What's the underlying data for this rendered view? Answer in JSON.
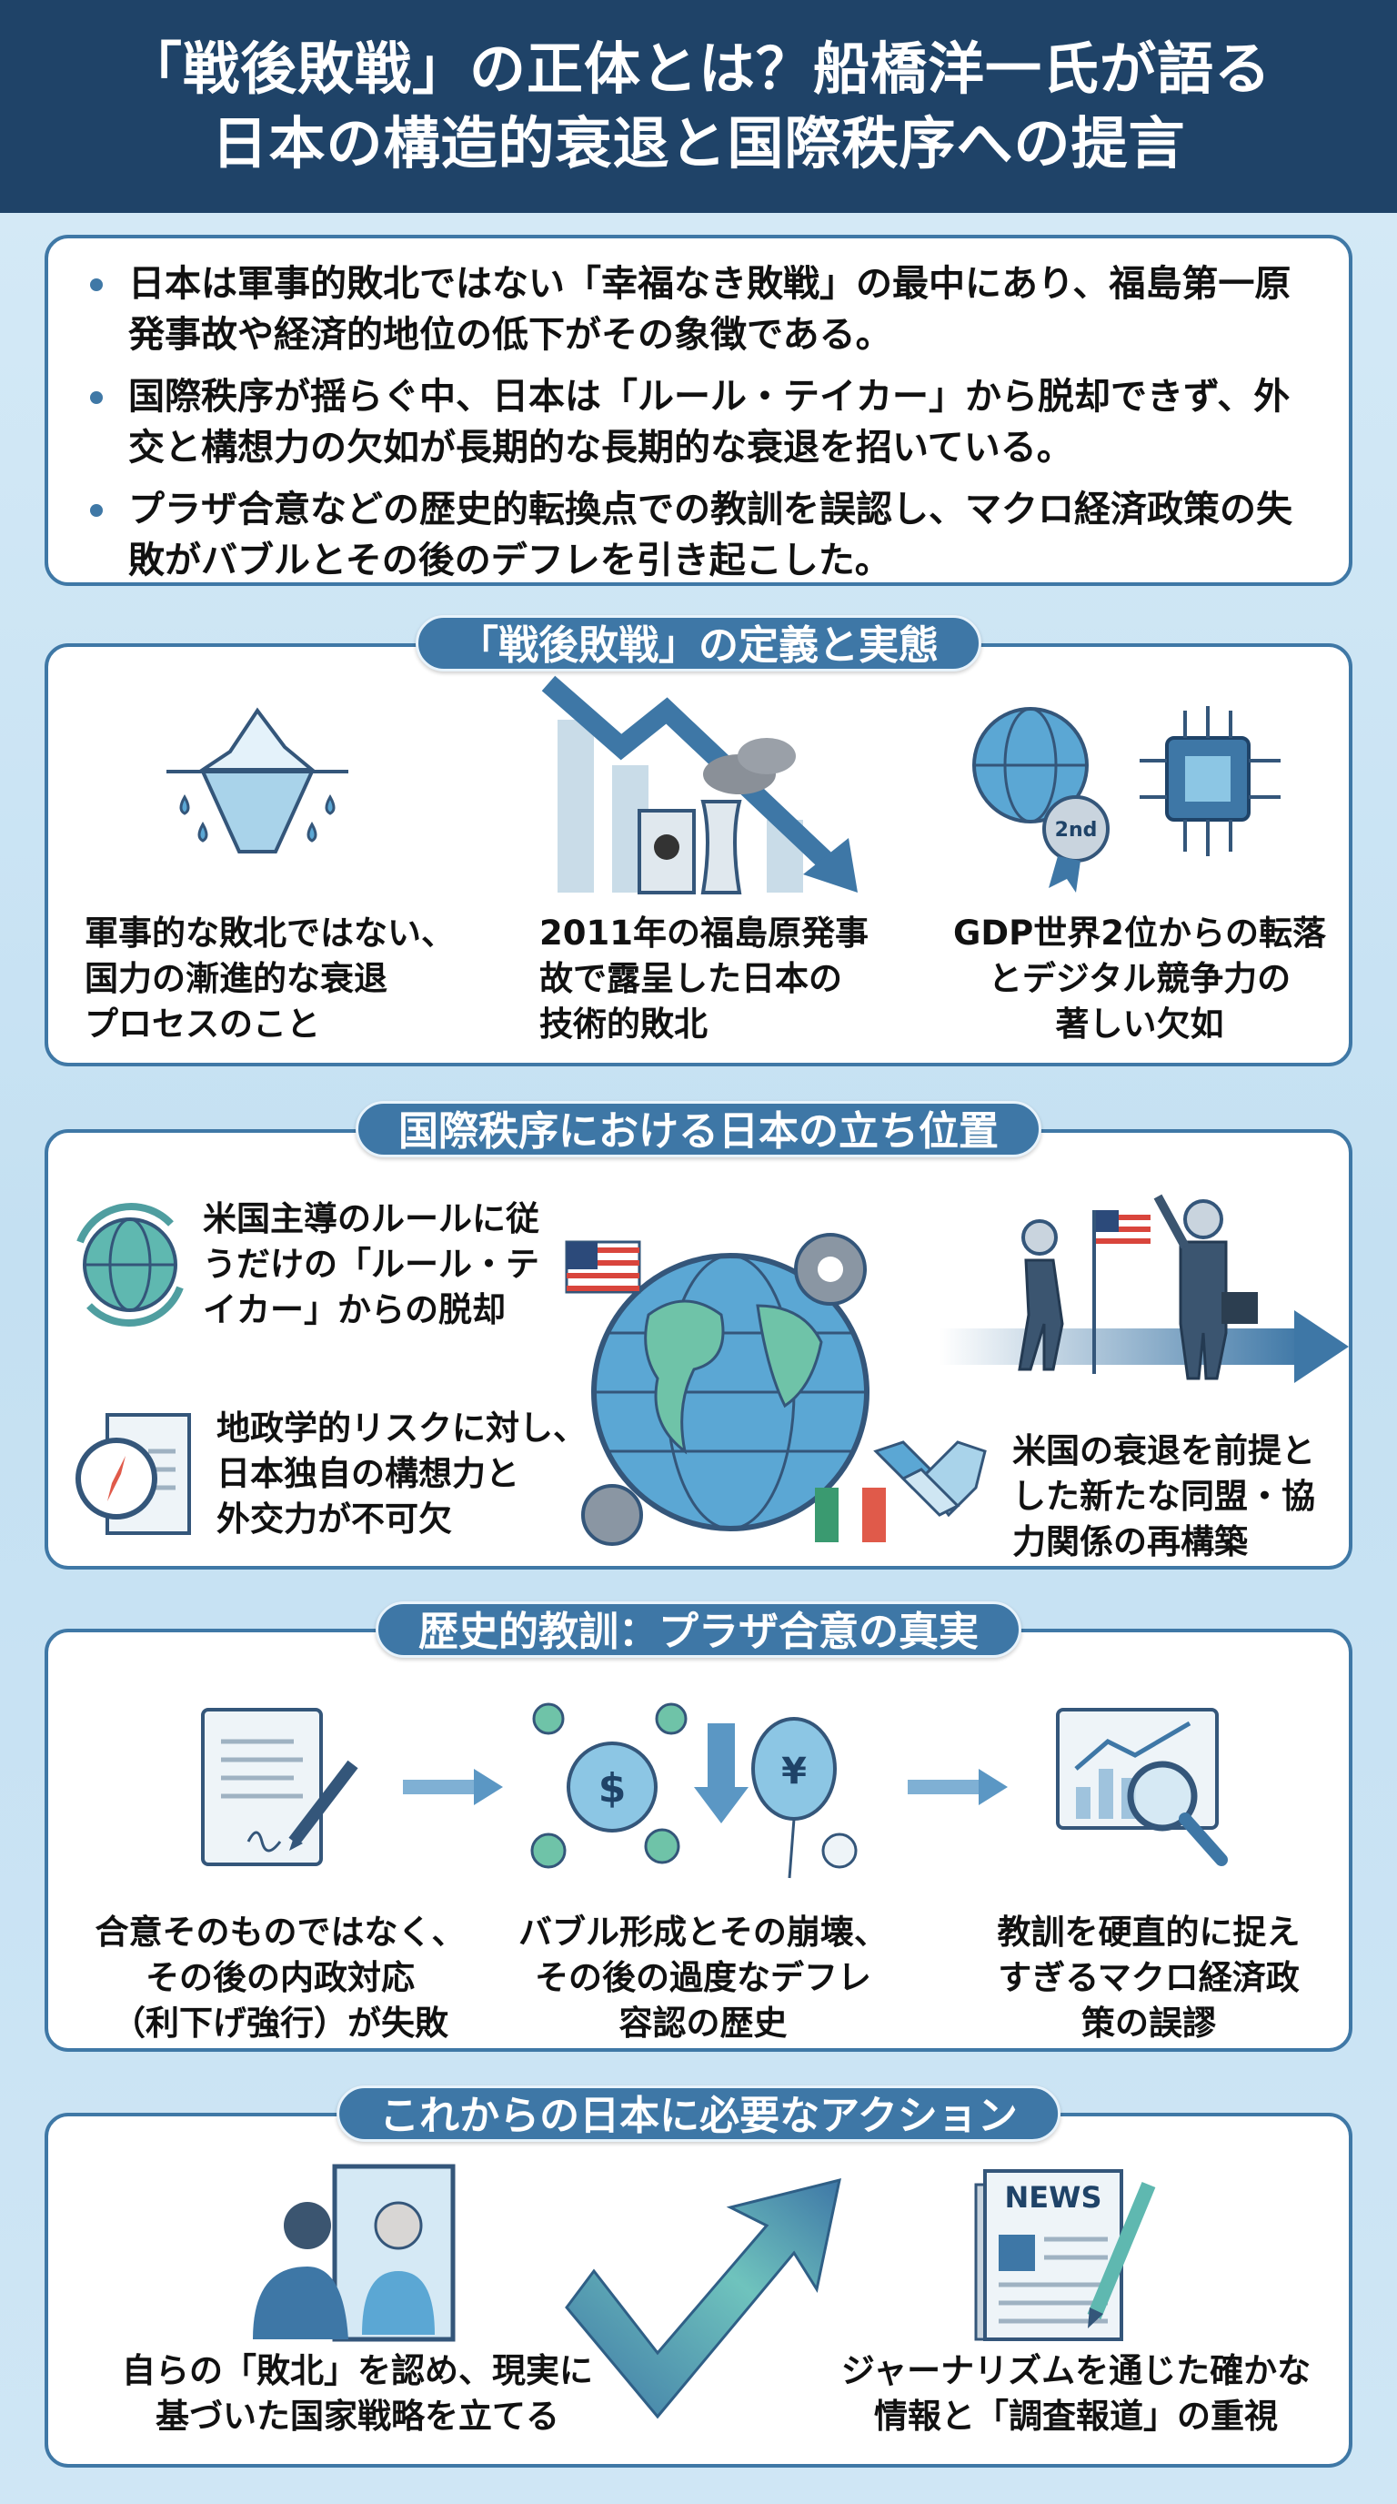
{
  "header": {
    "title_line1": "「戦後敗戦」の正体とは？船橋洋一氏が語る",
    "title_line2": "日本の構造的衰退と国際秩序への提言"
  },
  "summary": {
    "items": [
      "日本は軍事的敗北ではない「幸福なき敗戦」の最中にあり、福島第一原発事故や経済的地位の低下がその象徴である。",
      "国際秩序が揺らぐ中、日本は「ルール・テイカー」から脱却できず、外交と構想力の欠如が長期的な長期的な衰退を招いている。",
      "プラザ合意などの歴史的転換点での教訓を誤認し、マクロ経済政策の失敗がバブルとその後のデフレを引き起こした。"
    ]
  },
  "section1": {
    "title": "「戦後敗戦」の定義と実態",
    "items": [
      {
        "icon": "melting-iceberg-icon",
        "text": "軍事的な敗北ではない、\n国力の漸進的な衰退\nプロセスのこと"
      },
      {
        "icon": "declining-chart-nuclear-plant-icon",
        "text": "2011年の福島原発事\n故で露呈した日本の\n技術的敗北"
      },
      {
        "icon": "globe-medal-chip-icon",
        "badge": "2nd",
        "text": "GDP世界2位からの転落\nとデジタル競争力の\n著しい欠如"
      }
    ]
  },
  "section2": {
    "title": "国際秩序における日本の立ち位置",
    "items": [
      {
        "icon": "globe-cycle-icon",
        "text": "米国主導のルールに従\nうだけの「ルール・テ\nイカー」からの脱却"
      },
      {
        "icon": "compass-document-icon",
        "text": "地政学的リスクに対し、\n日本独自の構想力と\n外交力が不可欠"
      },
      {
        "icon": "flag-figures-arrow-icon",
        "text": ""
      },
      {
        "icon": "handshake-icon",
        "text": "米国の衰退を前提と\nした新たな同盟・協\n力関係の再構築"
      }
    ]
  },
  "section3": {
    "title": "歴史的教訓：プラザ合意の真実",
    "items": [
      {
        "icon": "signed-document-icon",
        "text": "合意そのものではなく、\nその後の内政対応\n（利下げ強行）が失敗"
      },
      {
        "icon": "bubble-money-icon",
        "text": "バブル形成とその崩壊、\nその後の過度なデフレ\n容認の歴史"
      },
      {
        "icon": "chart-magnifier-icon",
        "text": "教訓を硬直的に捉え\nすぎるマクロ経済政\n策の誤謬"
      }
    ]
  },
  "section4": {
    "title": "これからの日本に必要なアクション",
    "news_label": "NEWS",
    "items": [
      {
        "icon": "mirror-reflection-icon",
        "text": "自らの「敗北」を認め、現実に\n基づいた国家戦略を立てる"
      },
      {
        "icon": "newspaper-pen-icon",
        "text": "ジャーナリズムを通じた確かな\n情報と「調査報道」の重視"
      }
    ]
  },
  "colors": {
    "header": "#1f4368",
    "accent": "#3e77a6",
    "teal": "#5fb8b0"
  }
}
